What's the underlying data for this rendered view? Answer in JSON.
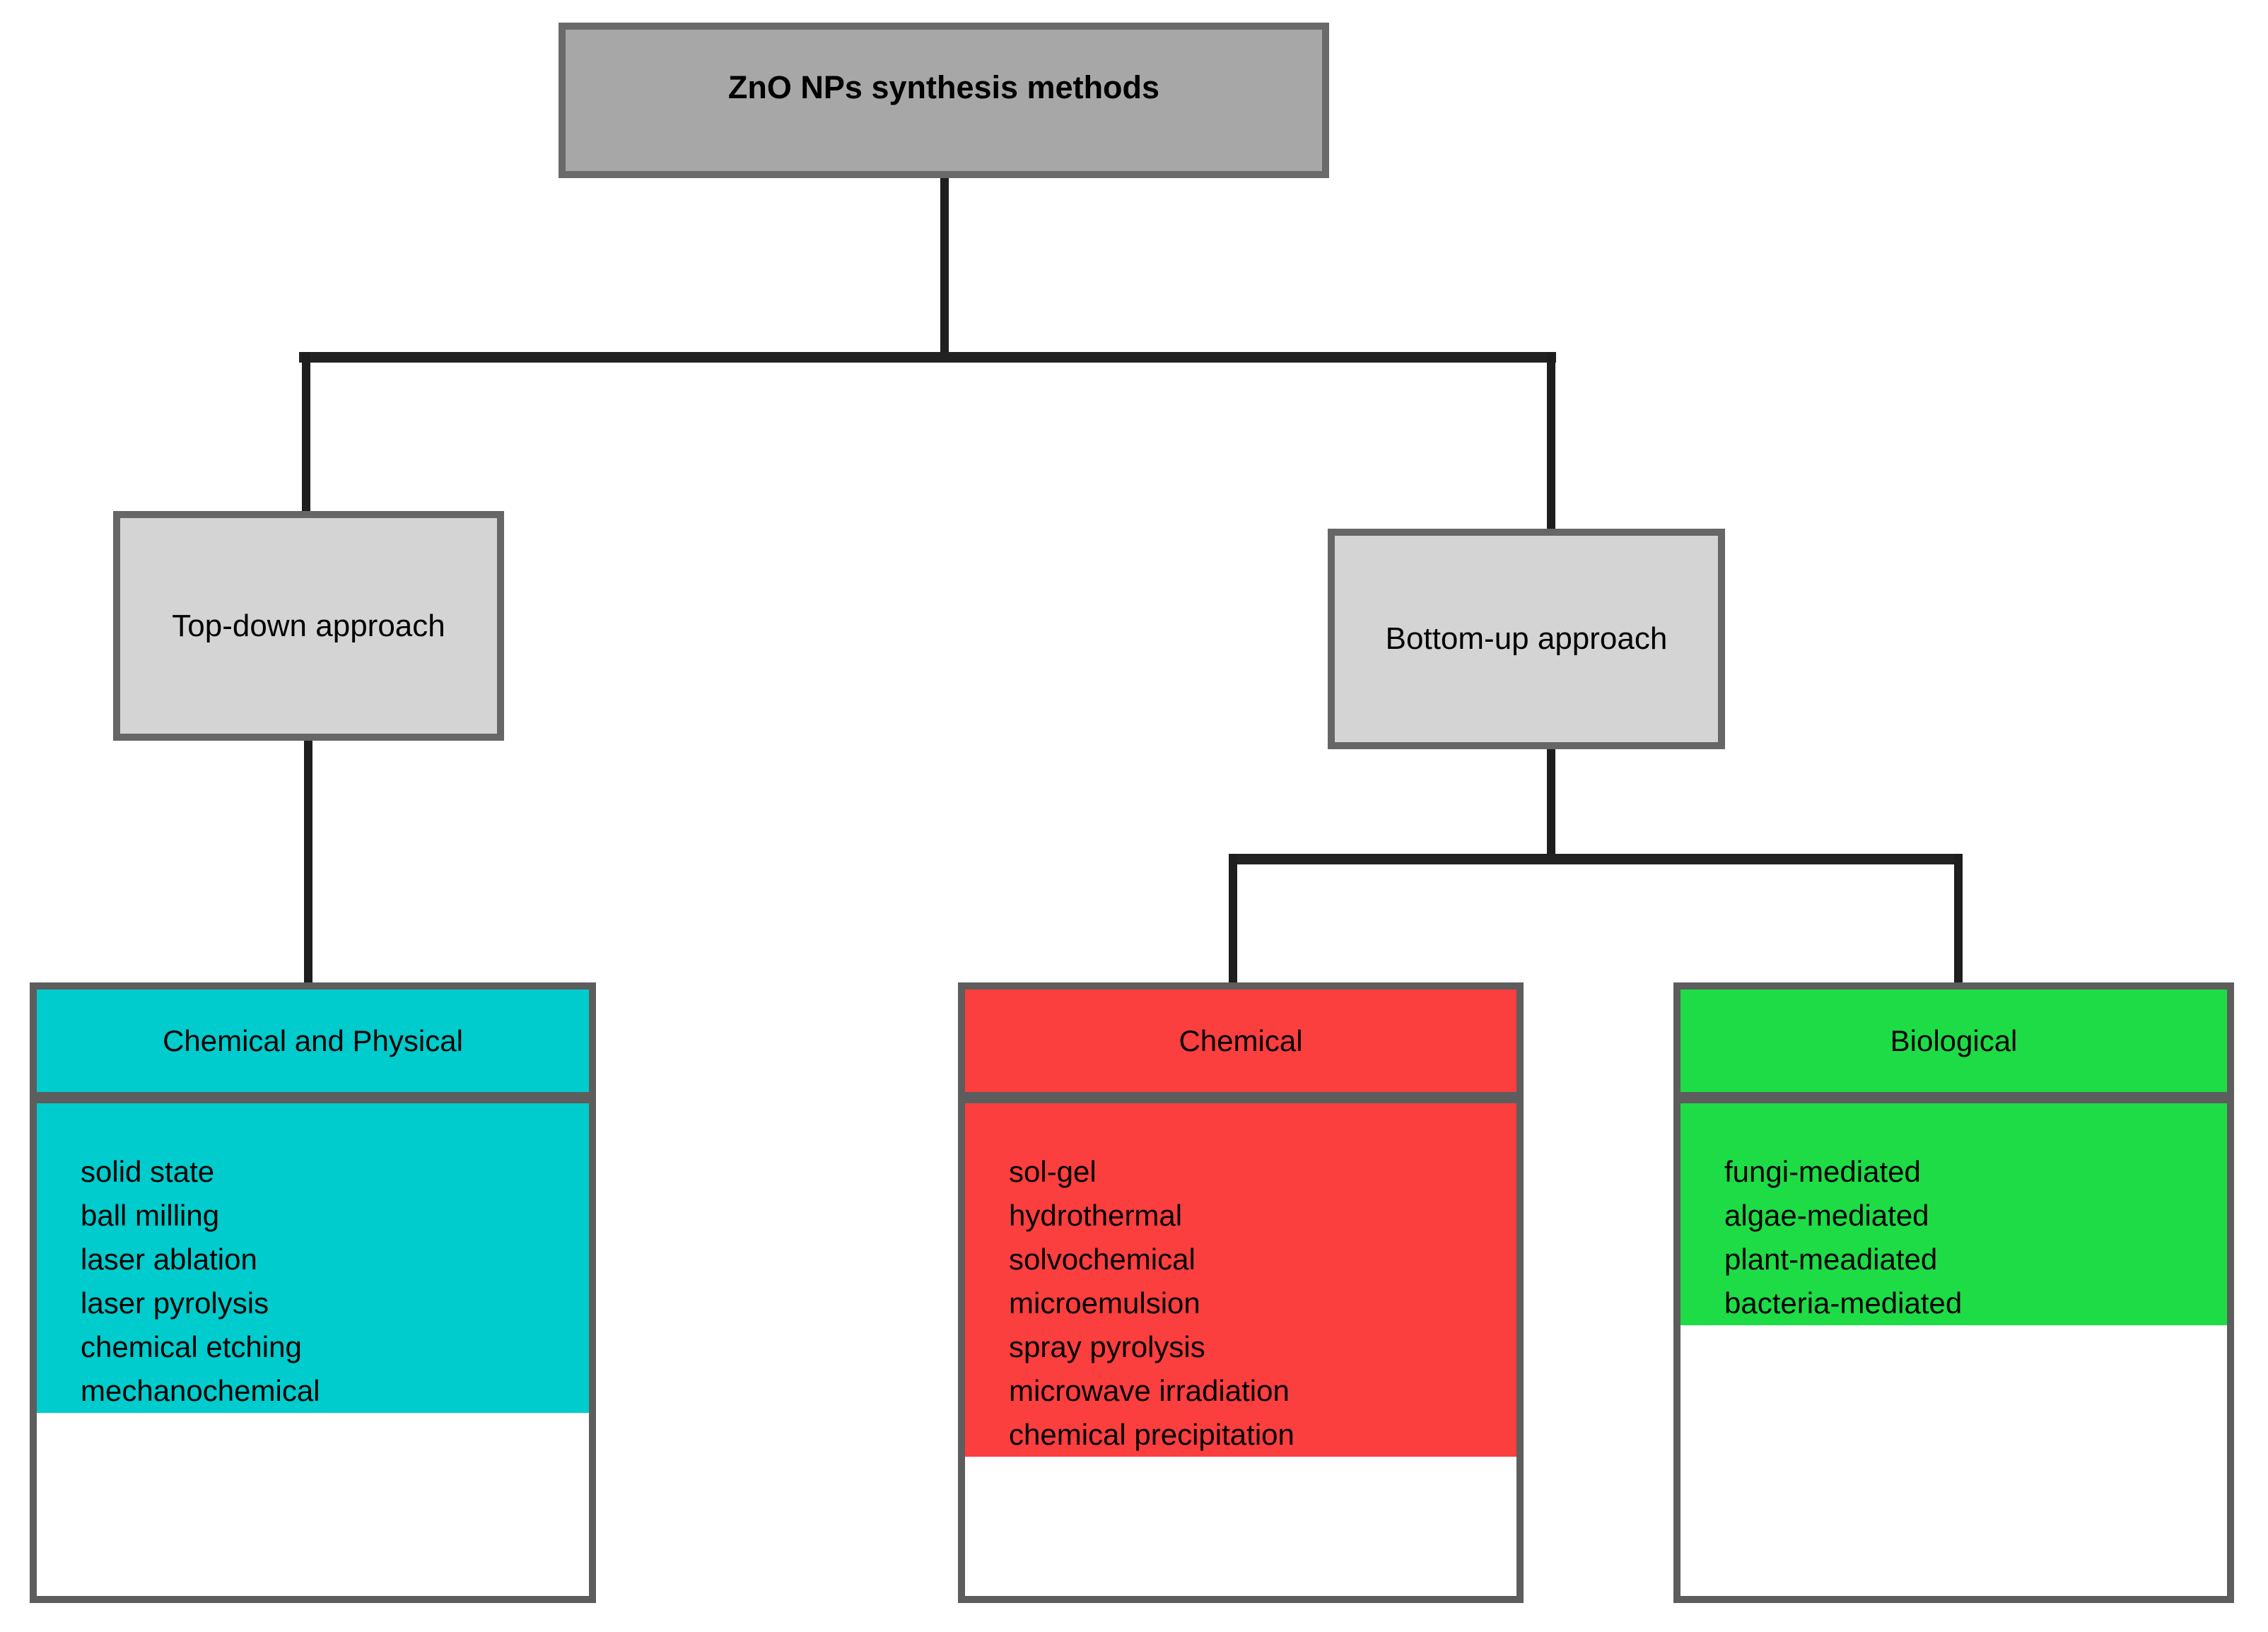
{
  "diagram": {
    "root": {
      "label": "ZnO NPs synthesis methods"
    },
    "approaches": [
      {
        "label": "Top-down approach"
      },
      {
        "label": "Bottom-up approach"
      }
    ],
    "categories": [
      {
        "title": "Chemical and Physical",
        "color": "#00cbcd",
        "parent": "Top-down approach",
        "items": [
          "solid state",
          "ball milling",
          "laser ablation",
          "laser pyrolysis",
          "chemical etching",
          "mechanochemical"
        ]
      },
      {
        "title": "Chemical",
        "color": "#fb3e3e",
        "parent": "Bottom-up approach",
        "items": [
          "sol-gel",
          "hydrothermal",
          "solvochemical",
          "microemulsion",
          "spray pyrolysis",
          "microwave irradiation",
          "chemical precipitation"
        ]
      },
      {
        "title": "Biological",
        "color": "#1edc46",
        "parent": "Bottom-up approach",
        "items": [
          "fungi-mediated",
          "algae-mediated",
          "plant-meadiated",
          "bacteria-mediated"
        ]
      }
    ],
    "colors": {
      "root_fill": "#a7a7a7",
      "approach_fill": "#d4d4d4",
      "box_border": "#5d5d5d",
      "connector": "#1e1e1e"
    }
  }
}
